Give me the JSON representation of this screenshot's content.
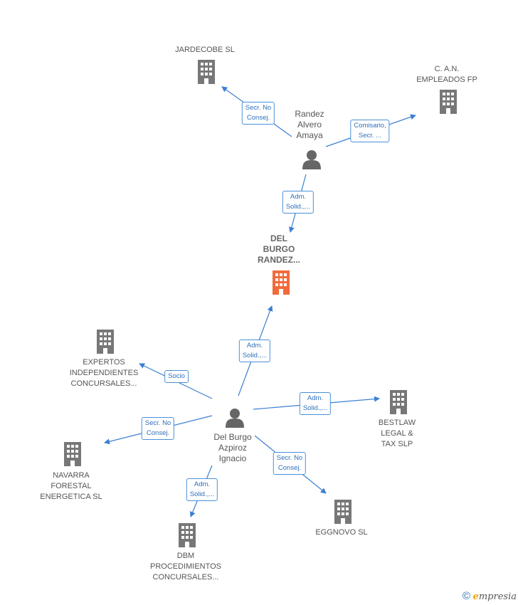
{
  "colors": {
    "edge": "#3b7fd4",
    "building": "#777777",
    "main_building": "#f26a3a",
    "person": "#666666"
  },
  "nodes": {
    "jardecobe": {
      "label": "JARDECOBE SL",
      "icon": "building-icon"
    },
    "can": {
      "label": "C. A.N.\nEMPLEADOS FP",
      "icon": "building-icon"
    },
    "randez": {
      "label": "Randez\nAlvero\nAmaya",
      "icon": "person-icon"
    },
    "delburgo_randez": {
      "label": "DEL\nBURGO\nRANDEZ...",
      "icon": "building-icon"
    },
    "expertos": {
      "label": "EXPERTOS\nINDEPENDIENTES\nCONCURSALES...",
      "icon": "building-icon"
    },
    "delburgo_azpiroz": {
      "label": "Del Burgo\nAzpiroz\nIgnacio",
      "icon": "person-icon"
    },
    "bestlaw": {
      "label": "BESTLAW\nLEGAL &\nTAX  SLP",
      "icon": "building-icon"
    },
    "navarra": {
      "label": "NAVARRA\nFORESTAL\nENERGETICA SL",
      "icon": "building-icon"
    },
    "eggnovo": {
      "label": "EGGNOVO SL",
      "icon": "building-icon"
    },
    "dbm": {
      "label": "DBM\nPROCEDIMIENTOS\nCONCURSALES...",
      "icon": "building-icon"
    }
  },
  "edges": [
    {
      "label": "Secr.  No\nConsej."
    },
    {
      "label": "Comisario,\nSecr.  ..."
    },
    {
      "label": "Adm.\nSolid.,..."
    },
    {
      "label": "Adm.\nSolid.,..."
    },
    {
      "label": "Socio"
    },
    {
      "label": "Adm.\nSolid.,..."
    },
    {
      "label": "Secr.  No\nConsej."
    },
    {
      "label": "Secr.  No\nConsej."
    },
    {
      "label": "Adm.\nSolid.,..."
    }
  ],
  "footer": {
    "copyright": "©",
    "brand_e": "e",
    "brand_rest": "mpresia"
  }
}
